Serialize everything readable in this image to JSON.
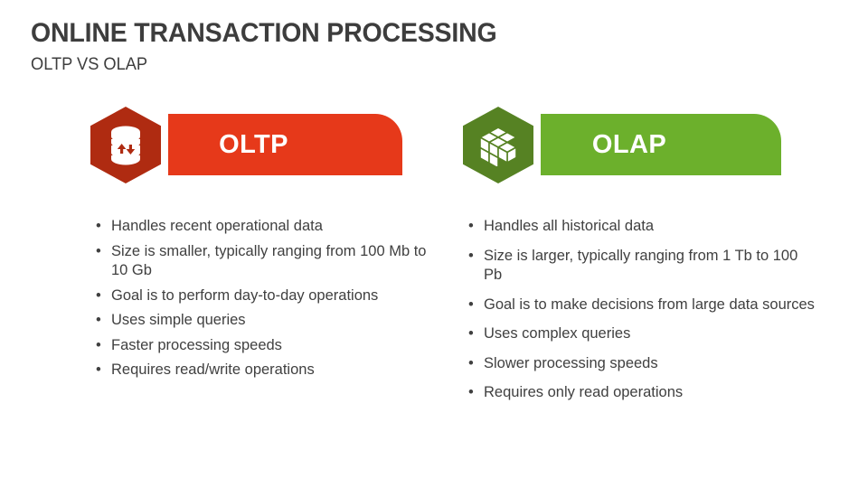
{
  "slide": {
    "title": "ONLINE TRANSACTION PROCESSING",
    "subtitle": "OLTP VS OLAP",
    "title_color": "#3d3d3d",
    "background_color": "#ffffff",
    "body_text_color": "#404040"
  },
  "columns": [
    {
      "key": "oltp",
      "label": "OLTP",
      "icon": "database-cylinder-arrows-icon",
      "banner_color": "#e6391a",
      "hexagon_color": "#af2b11",
      "label_color": "#ffffff",
      "bullets": [
        "Handles recent operational data",
        "Size is smaller, typically ranging from 100 Mb to 10 Gb",
        "Goal is to perform day-to-day operations",
        "Uses simple queries",
        "Faster processing speeds",
        "Requires read/write operations"
      ]
    },
    {
      "key": "olap",
      "label": "OLAP",
      "icon": "data-cube-icon",
      "banner_color": "#6cb02c",
      "hexagon_color": "#568223",
      "label_color": "#ffffff",
      "bullets": [
        "Handles all historical data",
        "Size is larger, typically ranging from 1 Tb to 100 Pb",
        "Goal is to make decisions from large data sources",
        "Uses complex queries",
        "Slower processing speeds",
        "Requires only read operations"
      ]
    }
  ],
  "bullet_marker": "•"
}
